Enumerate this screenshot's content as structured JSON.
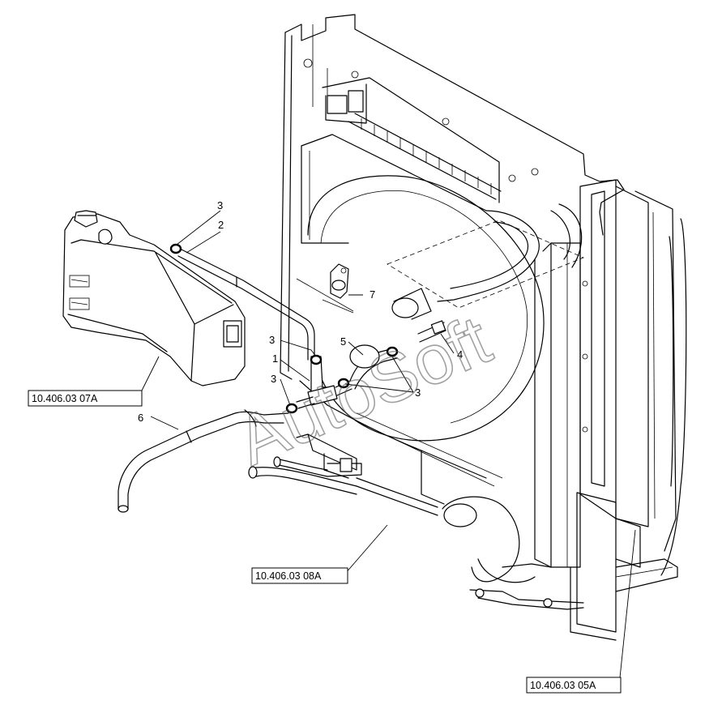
{
  "watermark": "AutoSoft",
  "callouts": [
    {
      "id": "c1",
      "label": "1"
    },
    {
      "id": "c2",
      "label": "2"
    },
    {
      "id": "c3a",
      "label": "3"
    },
    {
      "id": "c3b",
      "label": "3"
    },
    {
      "id": "c3c",
      "label": "3"
    },
    {
      "id": "c3d",
      "label": "3"
    },
    {
      "id": "c4",
      "label": "4"
    },
    {
      "id": "c5",
      "label": "5"
    },
    {
      "id": "c6",
      "label": "6"
    },
    {
      "id": "c7",
      "label": "7"
    }
  ],
  "references": [
    {
      "id": "r1",
      "label": "10.406.03 07A"
    },
    {
      "id": "r2",
      "label": "10.406.03 08A"
    },
    {
      "id": "r3",
      "label": "10.406.03 05A"
    }
  ]
}
